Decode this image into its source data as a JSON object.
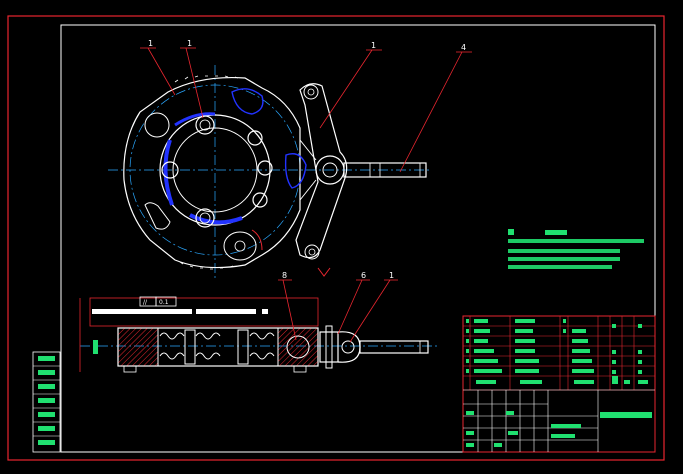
{
  "colors": {
    "background": "#000000",
    "border": "#e8262f",
    "geometry": "#ffffff",
    "centerline": "#2aa8ff",
    "hidden": "#2233ff",
    "dimension": "#e8262f",
    "text": "#20e070"
  },
  "callouts": {
    "top_left_a": "1",
    "top_left_b": "1",
    "top_mid": "1",
    "top_right": "4",
    "bottom_a": "8",
    "bottom_b": "6",
    "bottom_c": "1"
  },
  "tolerance": {
    "symbol": "//",
    "value": "0.1"
  }
}
